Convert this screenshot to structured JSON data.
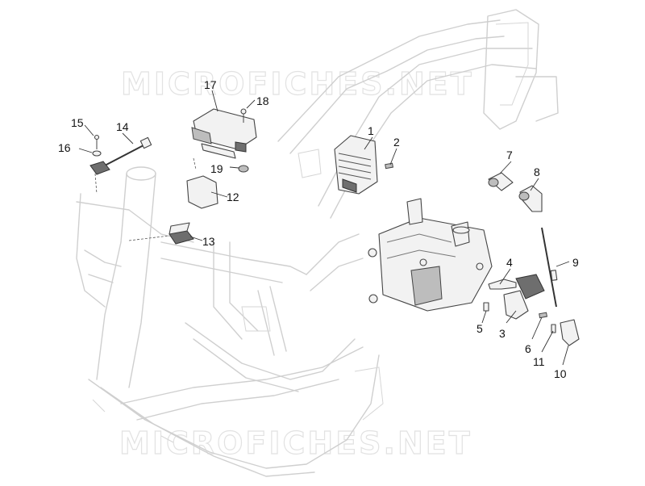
{
  "watermark": {
    "top": "MICROFICHES.NET",
    "bottom": "MICROFICHES.NET"
  },
  "callouts": {
    "c1": "1",
    "c2": "2",
    "c3": "3",
    "c4": "4",
    "c5": "5",
    "c6": "6",
    "c7": "7",
    "c8": "8",
    "c9": "9",
    "c10": "10",
    "c11": "11",
    "c12": "12",
    "c13": "13",
    "c14": "14",
    "c15": "15",
    "c16": "16",
    "c17": "17",
    "c18": "18",
    "c19": "19"
  }
}
